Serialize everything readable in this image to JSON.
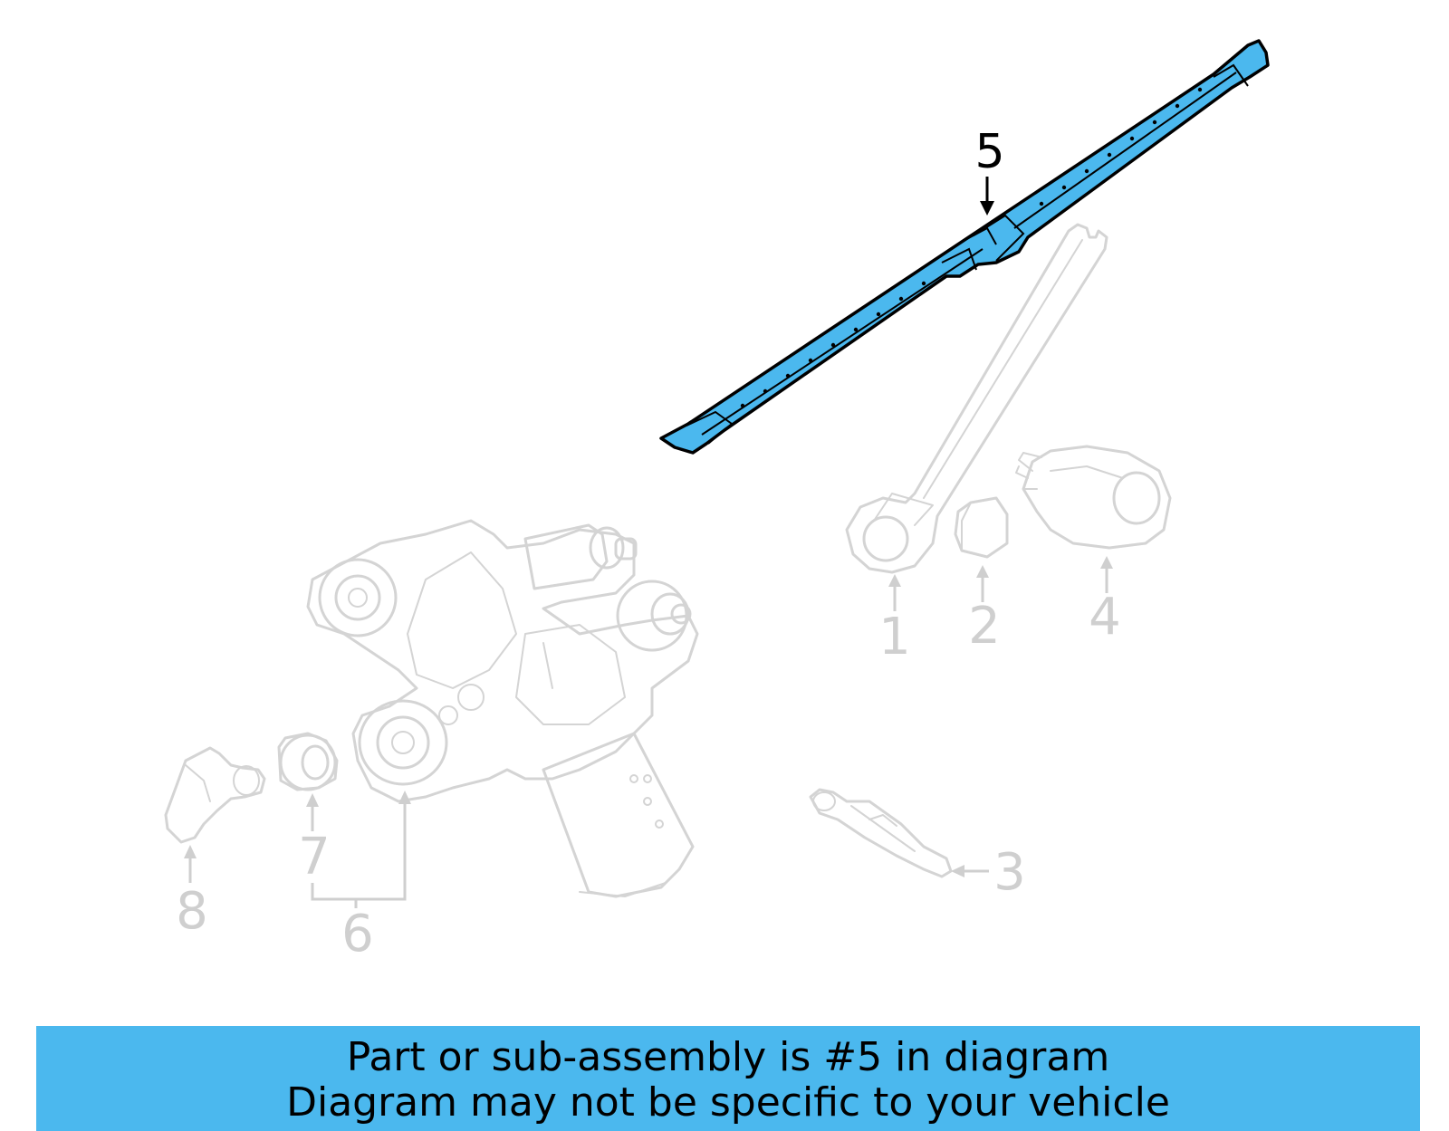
{
  "callouts": {
    "c1": "1",
    "c2": "2",
    "c3": "3",
    "c4": "4",
    "c5": "5",
    "c6": "6",
    "c7": "7",
    "c8": "8"
  },
  "highlight_part": "wiper-blade",
  "colors": {
    "highlight": "#4bb8ee",
    "ghost_parts": "#d4d4d4",
    "banner": "#4bb8ee"
  },
  "banner": {
    "line1": "Part or sub-assembly is #5 in diagram",
    "line2": "Diagram may not be specific to your vehicle"
  }
}
